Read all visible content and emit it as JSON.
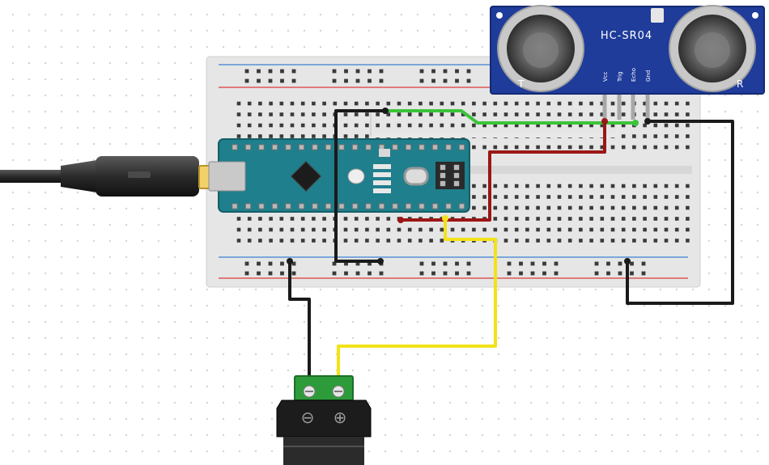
{
  "diagram": {
    "sensor": {
      "model": "HC-SR04",
      "side_left": "T",
      "side_right": "R",
      "pins": [
        "Vcc",
        "Trig",
        "Echo",
        "Gnd"
      ]
    },
    "power_jack": {
      "minus_symbol": "⊖",
      "plus_symbol": "⊕"
    },
    "wire_colors": {
      "black": "#1a1a1a",
      "yellow": "#f2e21a",
      "green": "#3cc43a",
      "red": "#9b1616",
      "white": "#e8e8e8"
    },
    "board_color": "#1f7f8c",
    "sensor_color": "#1f3c9a"
  }
}
